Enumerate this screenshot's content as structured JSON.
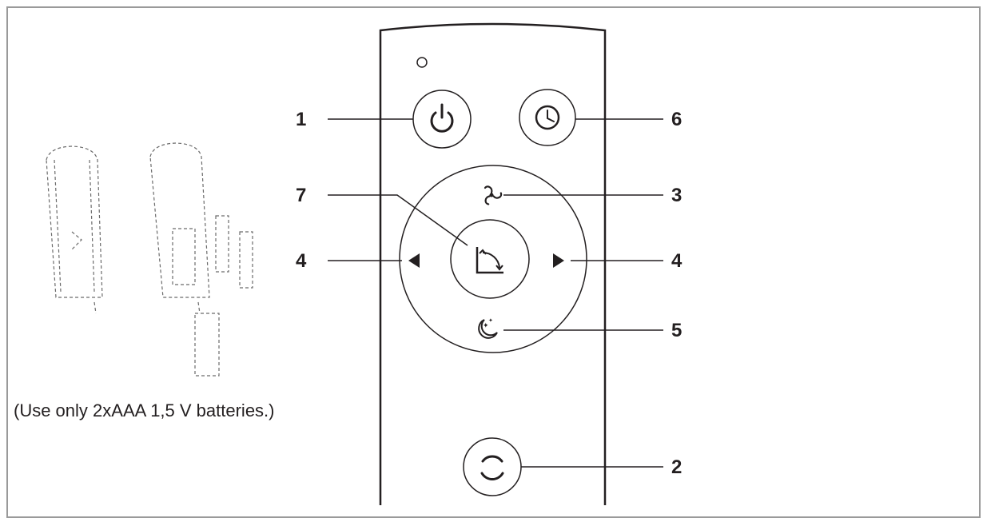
{
  "callouts": {
    "power": "1",
    "mode": "2",
    "fan_speed": "3",
    "left_arrow": "4",
    "right_arrow": "4",
    "sleep": "5",
    "timer": "6",
    "oscillation": "7"
  },
  "battery_note": "(Use only 2xAAA 1,5 V batteries.)",
  "buttons": [
    {
      "id": "power",
      "icon": "power-icon"
    },
    {
      "id": "timer",
      "icon": "clock-icon"
    },
    {
      "id": "fan_speed",
      "icon": "fan-icon"
    },
    {
      "id": "oscillation",
      "icon": "oscillation-icon"
    },
    {
      "id": "left",
      "icon": "triangle-left-icon"
    },
    {
      "id": "right",
      "icon": "triangle-right-icon"
    },
    {
      "id": "sleep",
      "icon": "moon-stars-icon"
    },
    {
      "id": "mode",
      "icon": "ring-icon"
    }
  ],
  "colors": {
    "ink": "#231f20",
    "frame": "#9a9a9a",
    "sketch": "#6b6b6b"
  }
}
